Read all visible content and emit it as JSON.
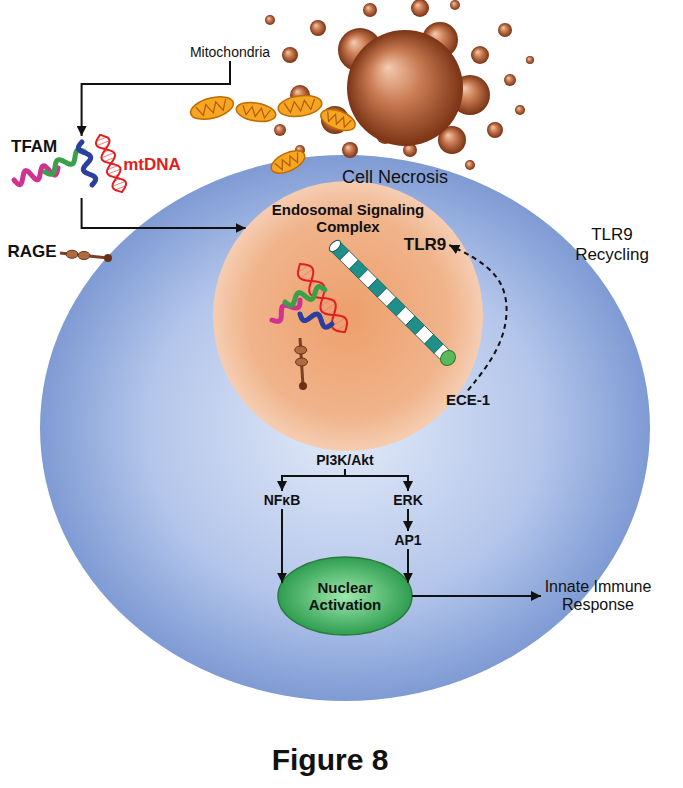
{
  "diagram": {
    "caption": "Figure 8",
    "nodes": [
      {
        "text": [
          "Mitochondria"
        ]
      },
      {
        "text": [
          "TFAM"
        ]
      },
      {
        "text": [
          "Endosomal Signaling Complex"
        ]
      },
      {
        "text": [
          "TLR9"
        ],
        "in": 2
      },
      {
        "text": [
          "ECE-1"
        ]
      },
      {
        "text": [
          "PI3K/Akt"
        ]
      },
      {
        "text": [
          "NFκB"
        ]
      },
      {
        "text": [
          "ERK"
        ]
      },
      {
        "text": [
          "AP1"
        ]
      },
      {
        "text": [
          "Nuclear Activation"
        ]
      },
      {
        "text": [
          "Innate Immune Response"
        ]
      }
    ],
    "edges": [
      {
        "from": 0,
        "to": 1,
        "arrow": "to"
      },
      {
        "from": 1,
        "to": 2,
        "arrow": "to"
      },
      {
        "from": 4,
        "to": 3,
        "arrow": "to"
      },
      {
        "from": 5,
        "to": 6,
        "arrow": "to"
      },
      {
        "from": 5,
        "to": 7,
        "arrow": "to"
      },
      {
        "from": 7,
        "to": 8,
        "arrow": "to"
      },
      {
        "from": 6,
        "to": 9,
        "arrow": "to"
      },
      {
        "from": 8,
        "to": 9,
        "arrow": "to"
      },
      {
        "from": 9,
        "to": 10,
        "arrow": "to"
      }
    ],
    "labels": [
      "Cell Necrosis",
      "mtDNA",
      "RAGE",
      "TLR9 Recycling"
    ]
  }
}
